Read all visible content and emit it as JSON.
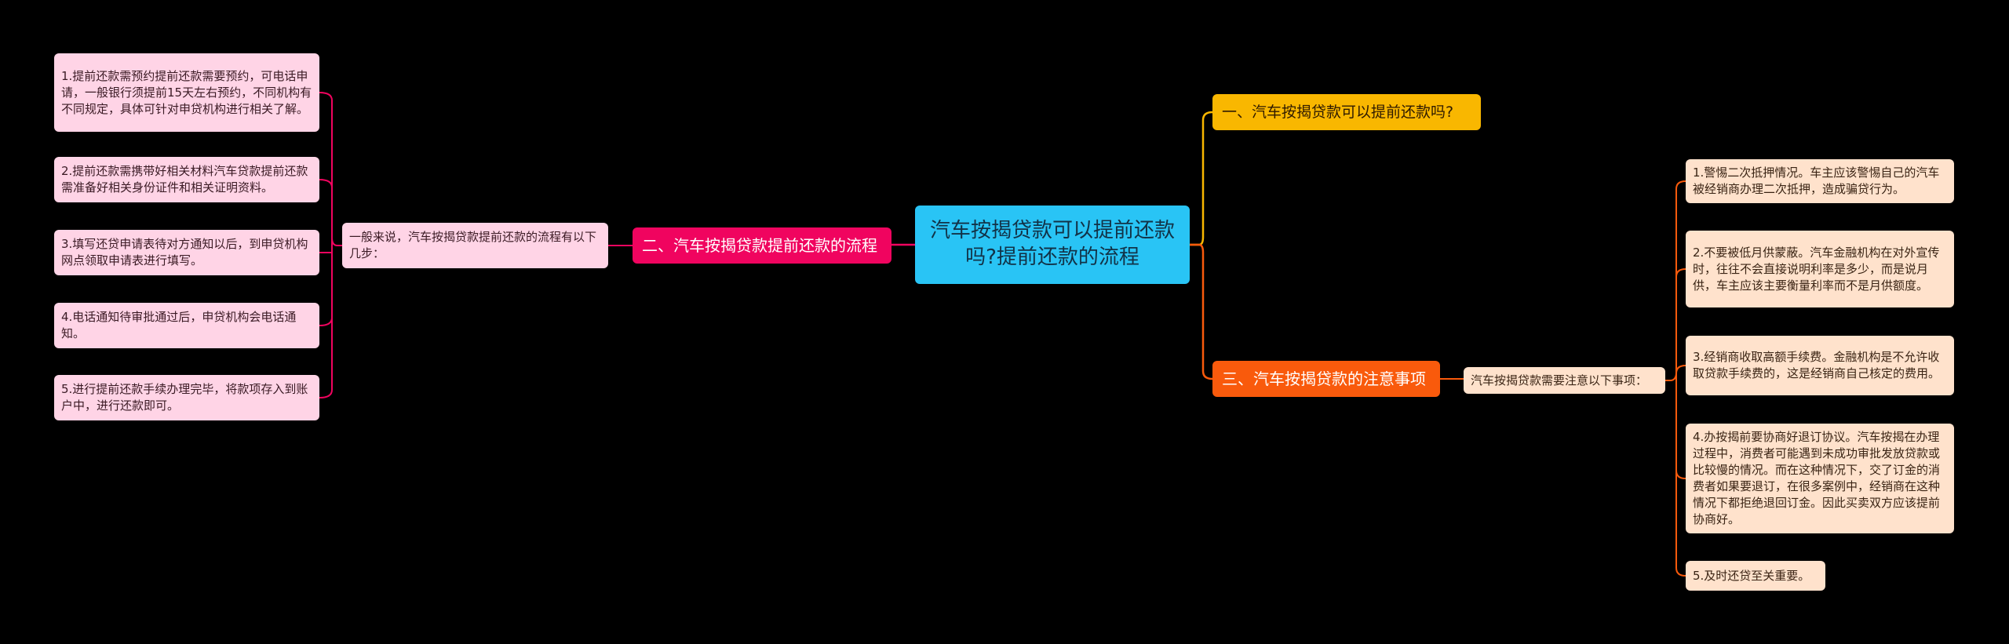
{
  "colors": {
    "background": "#000000",
    "center": "#29c4f5",
    "branch_1": "#f9b700",
    "branch_2": "#f0045f",
    "branch_3": "#f95a0c",
    "leaf_pink": "#ffd4e6",
    "leaf_peach": "#ffe2cc"
  },
  "center": {
    "title": "汽车按揭贷款可以提前还款吗?提前还款的流程"
  },
  "branches": [
    {
      "label": "一、汽车按揭贷款可以提前还款吗?"
    },
    {
      "label": "二、汽车按揭贷款提前还款的流程",
      "summary": "一般来说，汽车按揭贷款提前还款的流程有以下几步：",
      "steps": [
        "1.提前还款需预约提前还款需要预约，可电话申请，一般银行须提前15天左右预约，不同机构有不同规定，具体可针对申贷机构进行相关了解。",
        "2.提前还款需携带好相关材料汽车贷款提前还款需准备好相关身份证件和相关证明资料。",
        "3.填写还贷申请表待对方通知以后，到申贷机构网点领取申请表进行填写。",
        "4.电话通知待审批通过后，申贷机构会电话通知。",
        "5.进行提前还款手续办理完毕，将款项存入到账户中，进行还款即可。"
      ]
    },
    {
      "label": "三、汽车按揭贷款的注意事项",
      "summary": "汽车按揭贷款需要注意以下事项：",
      "items": [
        "1.警惕二次抵押情况。车主应该警惕自己的汽车被经销商办理二次抵押，造成骗贷行为。",
        "2.不要被低月供蒙蔽。汽车金融机构在对外宣传时，往往不会直接说明利率是多少，而是说月供，车主应该主要衡量利率而不是月供额度。",
        "3.经销商收取高额手续费。金融机构是不允许收取贷款手续费的，这是经销商自己核定的费用。",
        "4.办按揭前要协商好退订协议。汽车按揭在办理过程中，消费者可能遇到未成功审批发放贷款或比较慢的情况。而在这种情况下，交了订金的消费者如果要退订，在很多案例中，经销商在这种情况下都拒绝退回订金。因此买卖双方应该提前协商好。",
        "5.及时还贷至关重要。"
      ]
    }
  ]
}
